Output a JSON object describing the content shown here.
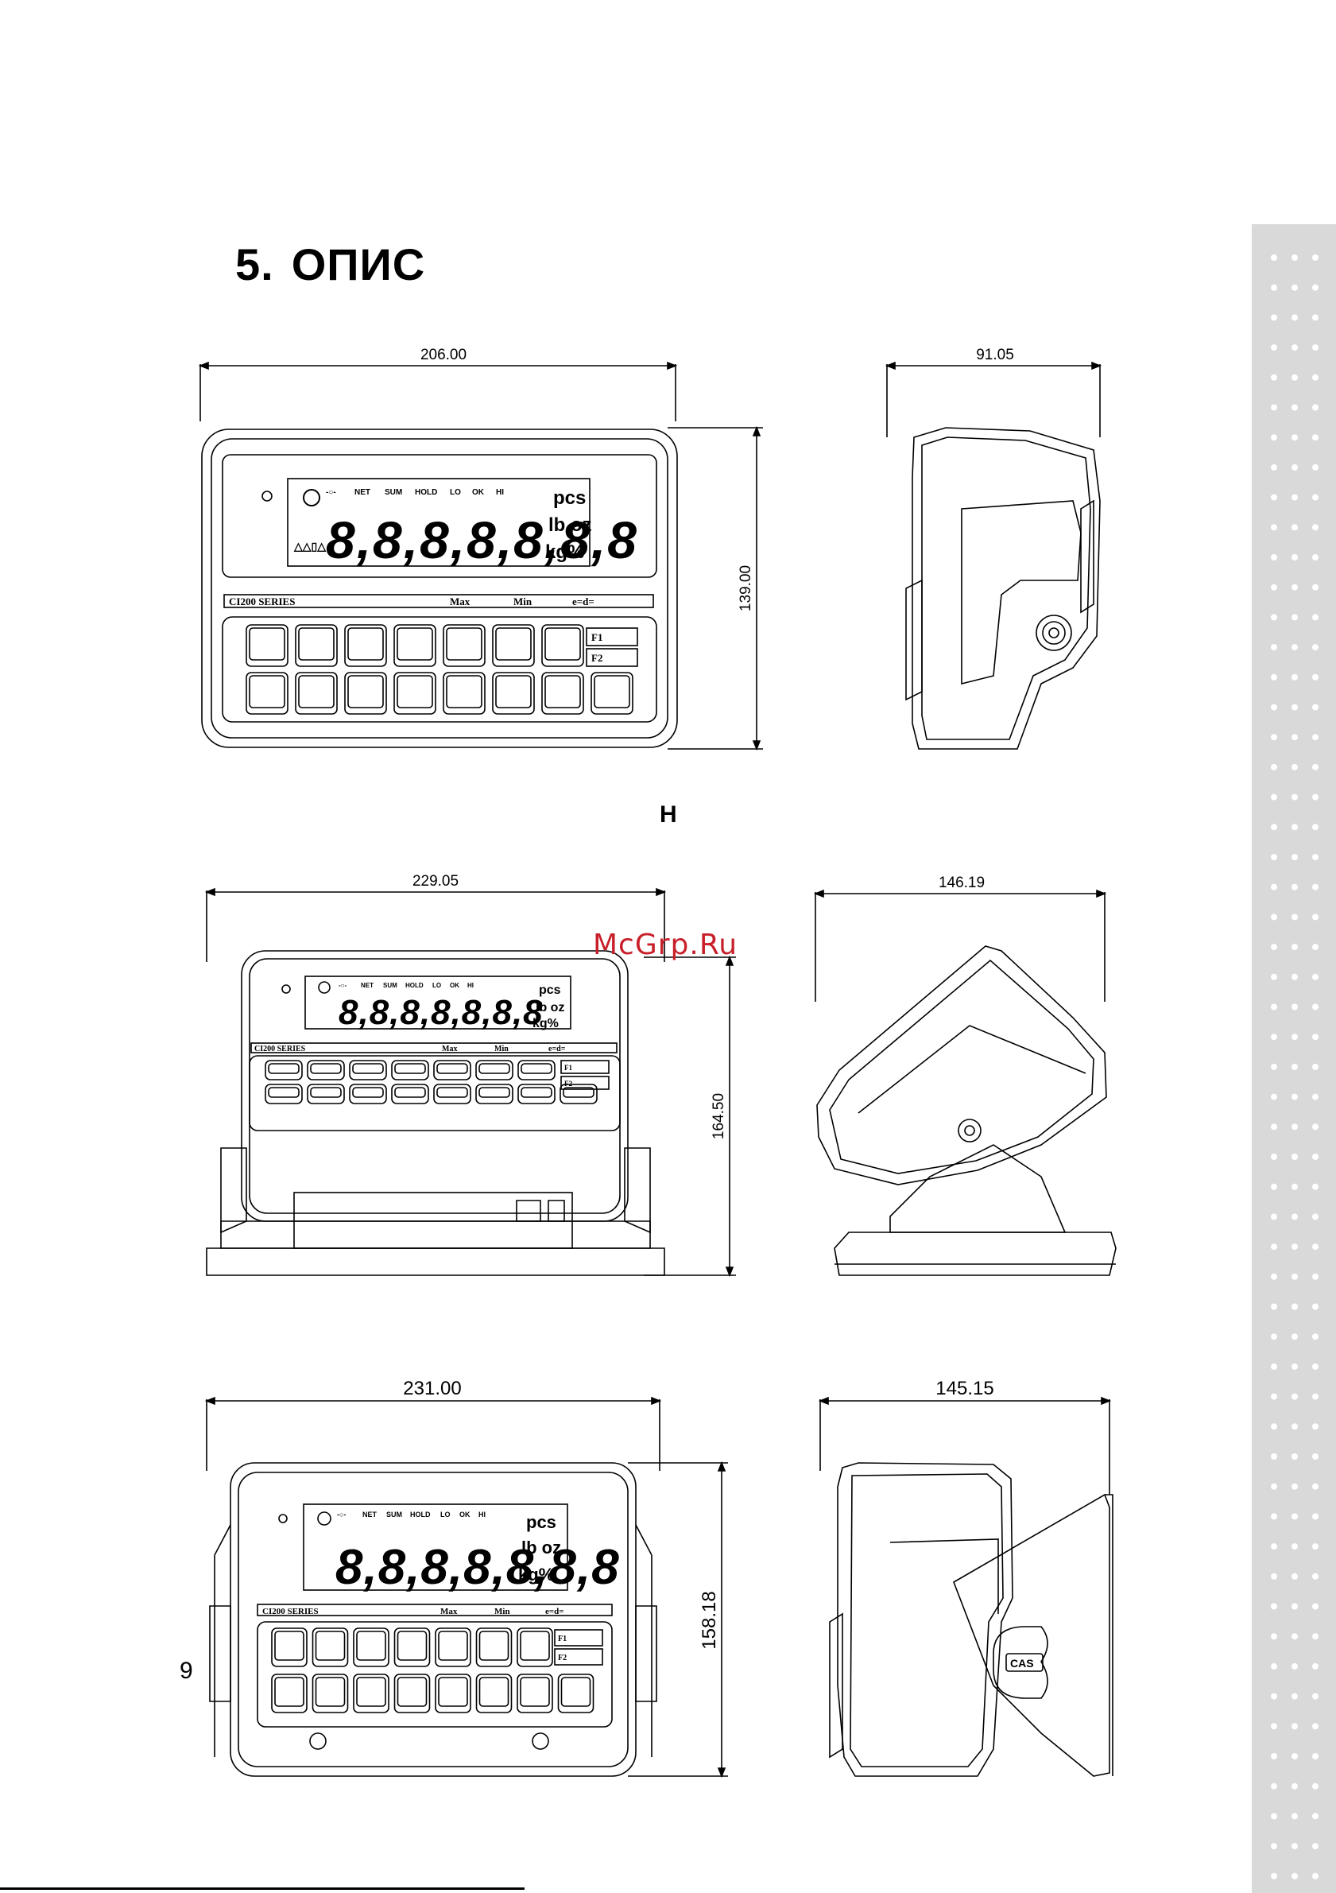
{
  "heading": {
    "number": "5.",
    "title": "ОПИС"
  },
  "section_letter": "H",
  "watermark": "McGrp.Ru",
  "page_number": "9",
  "dimensions": {
    "fig1_front_width": "206.00",
    "fig1_front_height": "139.00",
    "fig1_side_depth": "91.05",
    "fig2_front_width": "229.05",
    "fig2_front_height": "164.50",
    "fig2_side_depth": "146.19",
    "fig3_front_width": "231.00",
    "fig3_front_height": "158.18",
    "fig3_side_depth": "145.15"
  },
  "indicator_panel": {
    "series": "CI200 SERIES",
    "max_label": "Max",
    "min_label": "Min",
    "e_label": "e=d=",
    "f1": "F1",
    "f2": "F2",
    "lcd_indicators": [
      "NET",
      "SUM",
      "HOLD",
      "LO",
      "OK",
      "HI"
    ],
    "units": [
      "pcs",
      "lb oz",
      "kg%"
    ],
    "digits": "8,8,8,8,8,8,8"
  },
  "brand_badge": "CAS"
}
